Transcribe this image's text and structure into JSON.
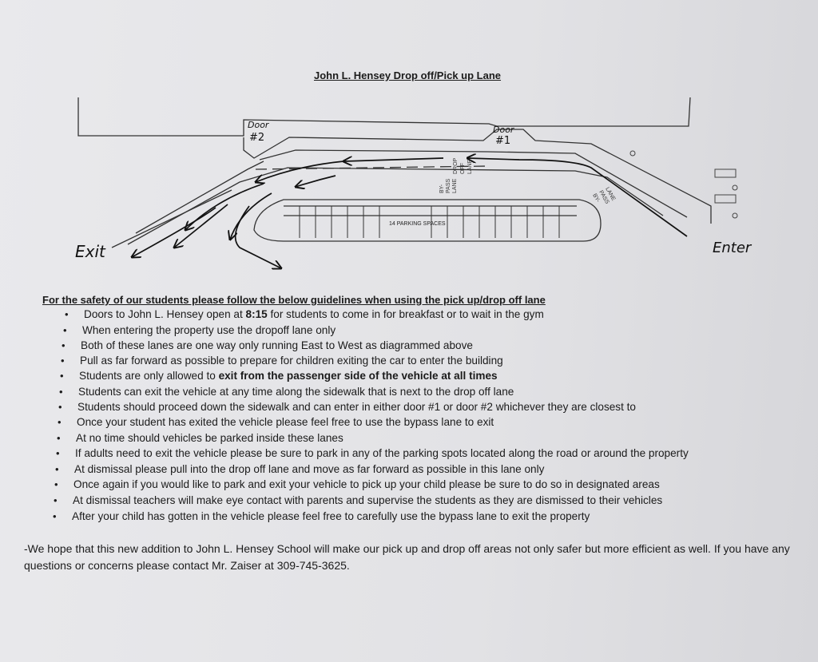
{
  "title": "John L. Hensey Drop off/Pick up Lane",
  "diagram": {
    "door2_label_a": "Door",
    "door2_label_b": "#2",
    "door1_label_a": "Door",
    "door1_label_b": "#1",
    "exit_label": "Exit",
    "enter_label": "Enter",
    "parking_label": "14 PARKING SPACES",
    "lane_label_left": [
      "BY-",
      "PASS",
      "LANE"
    ],
    "lane_label_mid": [
      "DROP",
      "OFF",
      "LANE"
    ],
    "lane_label_right": [
      "BY-",
      "PASS",
      "LANE"
    ]
  },
  "guidelines": {
    "heading": "For the safety of our students please follow the below guidelines when using the pick up/drop off lane",
    "bullet_glyph": "•",
    "items": [
      {
        "pre": "Doors to John L. Hensey open at ",
        "bold": "8:15",
        "post": " for students to come in for breakfast or to wait in the gym"
      },
      {
        "pre": "When entering the property use the dropoff lane only",
        "bold": "",
        "post": ""
      },
      {
        "pre": "Both of these lanes are one way only running East to West as diagrammed above",
        "bold": "",
        "post": ""
      },
      {
        "pre": "Pull as far forward as possible to prepare for children exiting the car to enter the building",
        "bold": "",
        "post": ""
      },
      {
        "pre": "Students are only allowed to ",
        "bold": "exit from the passenger side of the vehicle at all times",
        "post": ""
      },
      {
        "pre": "Students can exit the vehicle at any time along the sidewalk that is next to the drop off lane",
        "bold": "",
        "post": ""
      },
      {
        "pre": "Students should proceed down the sidewalk and can enter in either door #1 or door #2 whichever they are closest to",
        "bold": "",
        "post": ""
      },
      {
        "pre": "Once your student has exited the vehicle please feel free to use the bypass lane to exit",
        "bold": "",
        "post": ""
      },
      {
        "pre": "At no time should vehicles be parked inside these lanes",
        "bold": "",
        "post": ""
      },
      {
        "pre": "If adults need to exit the vehicle please be sure to park in any of the parking spots located along the road or around the property",
        "bold": "",
        "post": ""
      },
      {
        "pre": "At dismissal please pull into the drop off lane and move as far forward as possible in this lane only",
        "bold": "",
        "post": ""
      },
      {
        "pre": "Once again if you would like to park and exit your vehicle to pick up your child please be sure to do so in designated areas",
        "bold": "",
        "post": ""
      },
      {
        "pre": "At dismissal teachers will make eye contact with parents and supervise the students as they are dismissed to their vehicles",
        "bold": "",
        "post": ""
      },
      {
        "pre": "After your child has gotten in the vehicle please feel free to carefully use the bypass lane to exit the property",
        "bold": "",
        "post": ""
      }
    ]
  },
  "closing_note": "-We hope that this new addition to John L. Hensey School will make our pick up and drop off areas not only safer but more efficient as well. If you have any questions or concerns please contact Mr. Zaiser at 309-745-3625."
}
